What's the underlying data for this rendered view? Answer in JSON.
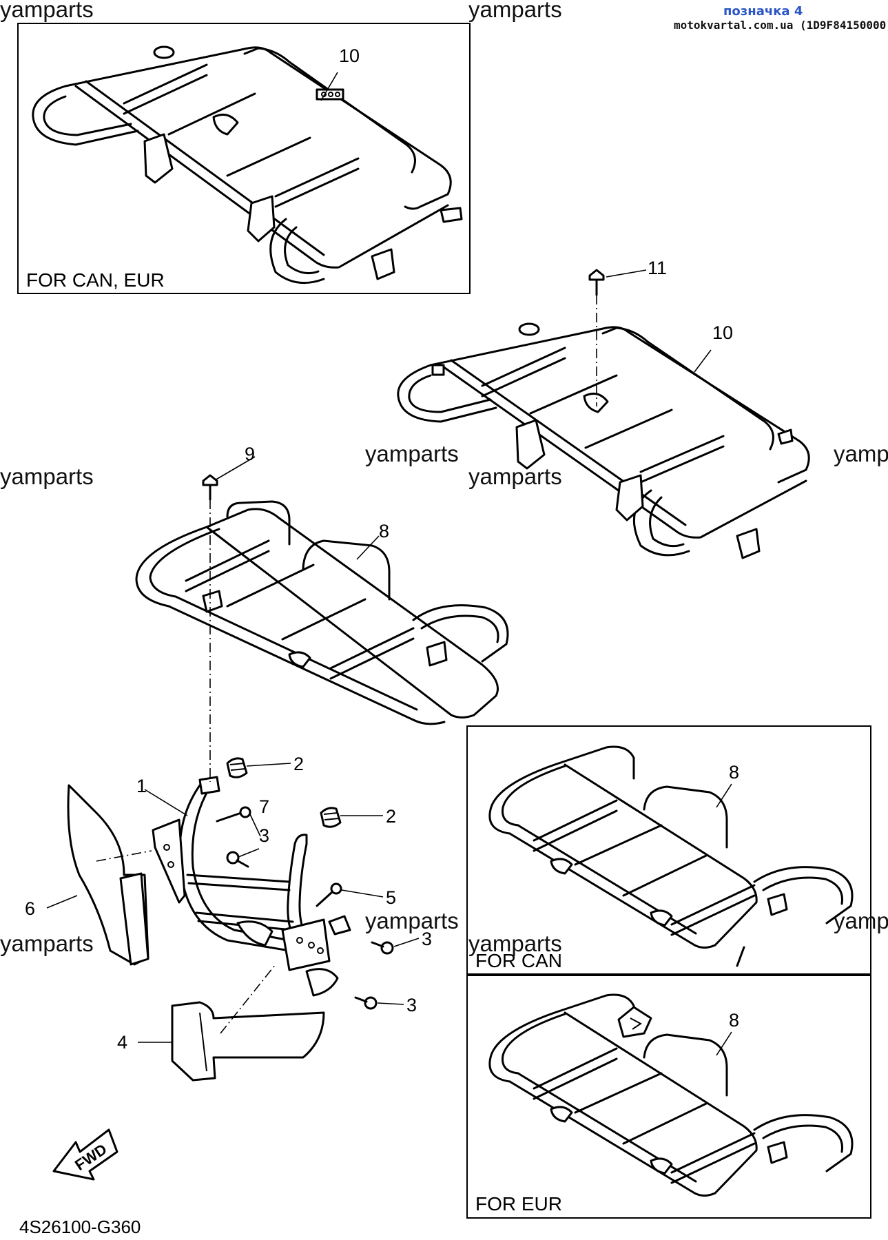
{
  "header": {
    "tag": "позначка 4",
    "site": "motokvartal.com.ua (1D9F84150000)"
  },
  "watermark": "yamparts",
  "diagram_code": "4S26100-G360",
  "fwd_label": "FWD",
  "insets": {
    "top": "FOR CAN, EUR",
    "can": "FOR CAN",
    "eur": "FOR EUR"
  },
  "callouts": {
    "c1": "1",
    "c2a": "2",
    "c2b": "2",
    "c3a": "3",
    "c3b": "3",
    "c3c": "3",
    "c4": "4",
    "c5": "5",
    "c6": "6",
    "c7": "7",
    "c8_main": "8",
    "c8_can": "8",
    "c8_eur": "8",
    "c9": "9",
    "c10_top": "10",
    "c10_main": "10",
    "c11": "11"
  }
}
